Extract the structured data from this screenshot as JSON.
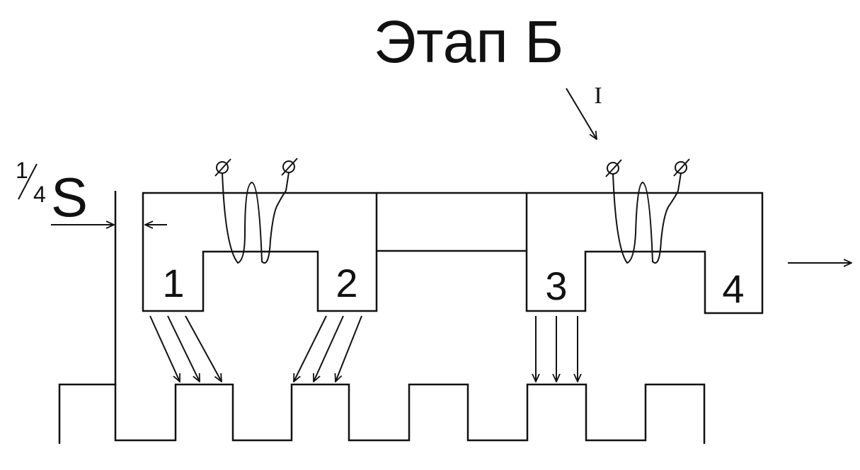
{
  "title": "Этап Б",
  "pole_labels": [
    "1",
    "2",
    "3",
    "4"
  ],
  "marker_label": "I",
  "offset_label": {
    "numerator": "1",
    "denominator": "4",
    "symbol": "S"
  }
}
